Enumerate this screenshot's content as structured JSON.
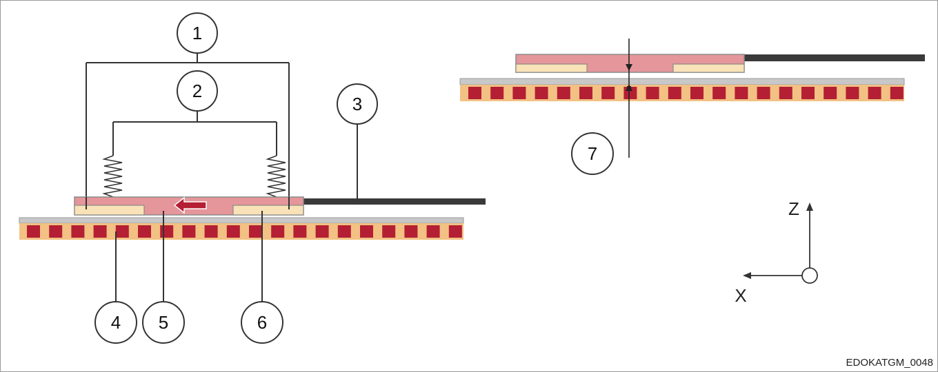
{
  "diagram": {
    "callouts": [
      "1",
      "2",
      "3",
      "4",
      "5",
      "6",
      "7"
    ],
    "axes": {
      "z_label": "Z",
      "x_label": "X"
    },
    "reference_code": "EDOKATGM_0048",
    "colors": {
      "track_fill": "#f2c183",
      "track_magnet": "#b41f34",
      "track_top": "#b9b9b9",
      "slider_fill": "#e5969a",
      "slider_border": "#8a8a8a",
      "pad_fill": "#f9e2b8",
      "arrow_fill": "#b41f34",
      "cable": "#3a3a3a",
      "line": "#333333"
    },
    "icons": [
      "motion-arrow-icon",
      "spring-icon",
      "axis-origin-icon"
    ]
  }
}
